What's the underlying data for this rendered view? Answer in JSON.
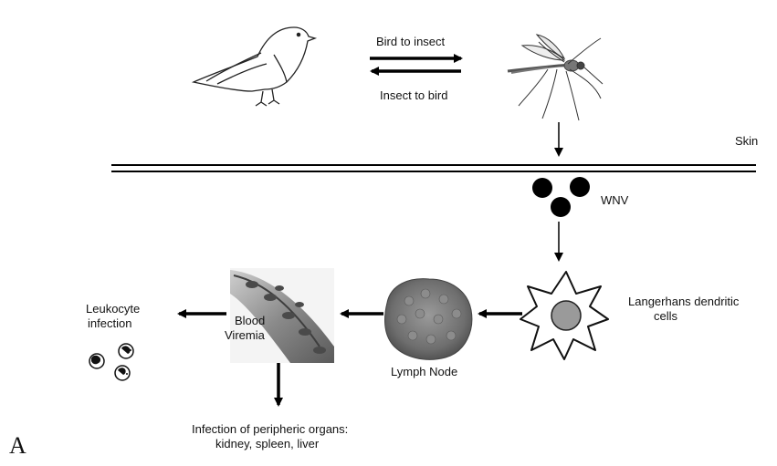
{
  "labels": {
    "bird_to_insect": "Bird to insect",
    "insect_to_bird": "Insect to bird",
    "skin": "Skin",
    "wnv": "WNV",
    "langerhans_line1": "Langerhans dendritic",
    "langerhans_line2": "cells",
    "lymph_node": "Lymph Node",
    "blood": "Blood",
    "viremia": "Viremia",
    "leukocyte_line1": "Leukocyte",
    "leukocyte_line2": "infection",
    "peripheral_line1": "Infection of peripheric organs:",
    "peripheral_line2": "kidney, spleen, liver",
    "panel_letter": "A"
  },
  "icons": [
    "bird-icon",
    "mosquito-icon",
    "virus-particle-icon",
    "dendritic-cell-icon",
    "lymph-node-icon",
    "blood-vessel-icon",
    "leukocyte-icon"
  ]
}
